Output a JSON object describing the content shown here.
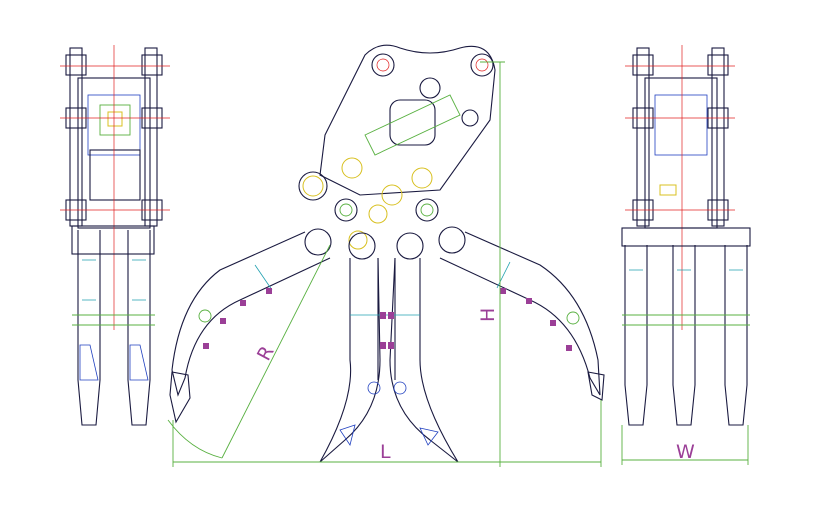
{
  "drawing": {
    "dimensions": {
      "radius": "R",
      "length": "L",
      "height": "H",
      "width": "W"
    }
  },
  "colors": {
    "label": "#9b3f97",
    "dimension_line": "#58b040",
    "outline": "#1a1a40"
  }
}
